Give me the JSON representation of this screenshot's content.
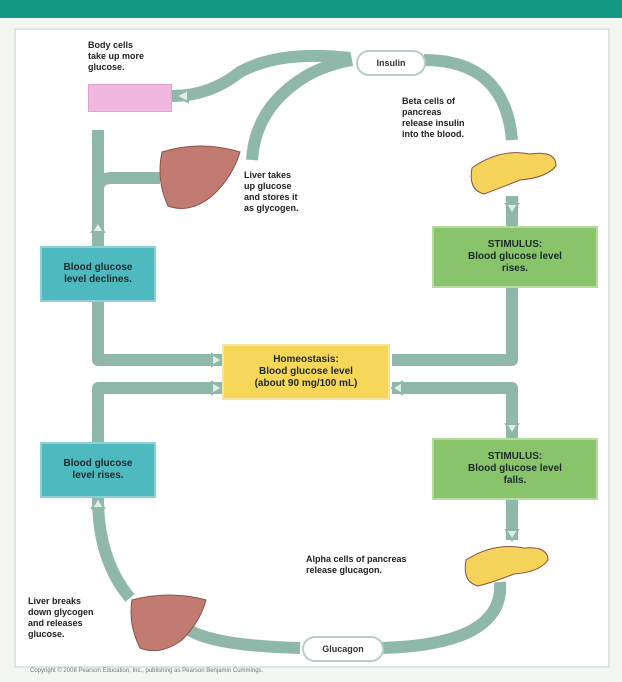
{
  "colors": {
    "header": "#129883",
    "arrow": "#8fb8ab",
    "teal_box": "#4fb9c0",
    "green_box": "#89c46a",
    "yellow_box": "#f6d75a",
    "liver": "#c27b73",
    "pancreas": "#f6d35a",
    "body_cells": "#f0b7df"
  },
  "labels": {
    "body_cells": "Body cells\ntake up more\nglucose.",
    "insulin": "Insulin",
    "beta_cells": "Beta cells of\npancreas\nrelease insulin\ninto the blood.",
    "liver_takes": "Liver takes\nup glucose\nand stores it\nas glycogen.",
    "glucagon": "Glucagon",
    "alpha_cells": "Alpha cells of pancreas\nrelease glucagon.",
    "liver_breaks": "Liver breaks\ndown glycogen\nand releases\nglucose."
  },
  "boxes": {
    "homeostasis": {
      "line1": "Homeostasis:",
      "line2": "Blood glucose level",
      "line3": "(about 90 mg/100 mL)"
    },
    "stimulus_high": {
      "line1": "STIMULUS:",
      "line2": "Blood glucose level",
      "line3": "rises."
    },
    "stimulus_low": {
      "line1": "STIMULUS:",
      "line2": "Blood glucose level",
      "line3": "falls."
    },
    "declines": {
      "line1": "Blood glucose",
      "line2": "level declines."
    },
    "rises": {
      "line1": "Blood glucose",
      "line2": "level rises."
    }
  },
  "footer": "Copyright © 2008 Pearson Education, Inc., publishing as Pearson Benjamin Cummings."
}
